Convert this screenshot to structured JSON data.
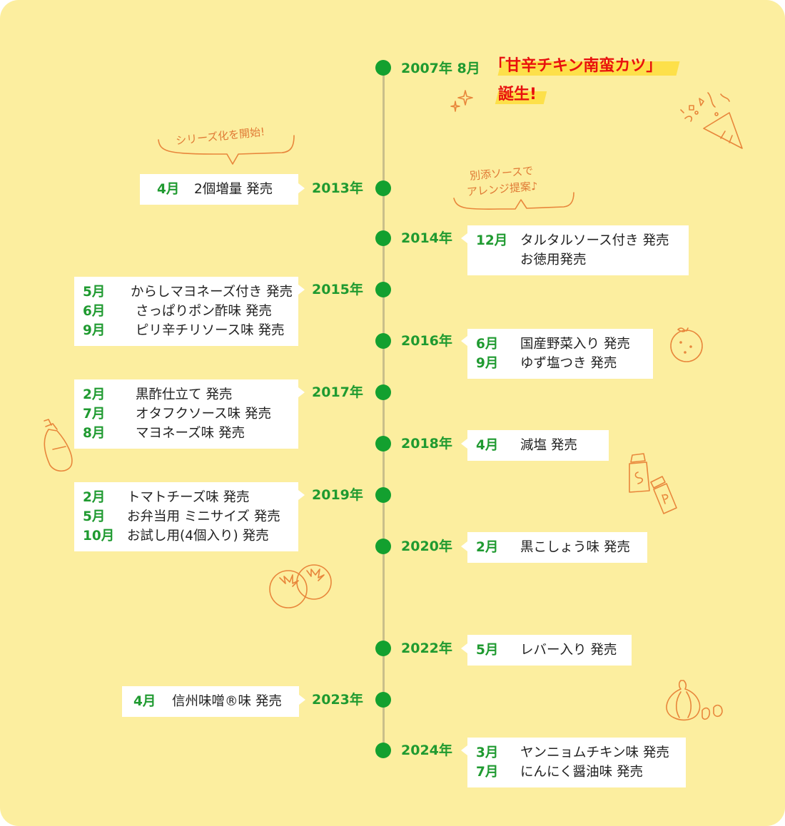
{
  "first": {
    "date": "2007年 8月",
    "title_line1": "「甘辛チキン南蛮カツ」",
    "title_line2": "誕生!"
  },
  "notes": {
    "series": "シリーズ化を開始!",
    "sauce_line1": "別添ソースで",
    "sauce_line2": "アレンジ提案♪"
  },
  "years": [
    {
      "year": "2013年",
      "side": "left",
      "events": [
        {
          "month": "4月",
          "text": "2個増量 発売"
        }
      ]
    },
    {
      "year": "2014年",
      "side": "right",
      "events": [
        {
          "month": "12月",
          "text": "タルタルソース付き 発売"
        },
        {
          "month": "",
          "text": "お徳用発売"
        }
      ]
    },
    {
      "year": "2015年",
      "side": "left",
      "events": [
        {
          "month": "5月",
          "text": "からしマヨネーズ付き 発売"
        },
        {
          "month": "6月",
          "text": "さっぱりポン酢味 発売"
        },
        {
          "month": "9月",
          "text": "ピリ辛チリソース味 発売"
        }
      ]
    },
    {
      "year": "2016年",
      "side": "right",
      "events": [
        {
          "month": "6月",
          "text": "国産野菜入り 発売"
        },
        {
          "month": "9月",
          "text": "ゆず塩つき 発売"
        }
      ]
    },
    {
      "year": "2017年",
      "side": "left",
      "events": [
        {
          "month": "2月",
          "text": "黒酢仕立て 発売"
        },
        {
          "month": "7月",
          "text": "オタフクソース味 発売"
        },
        {
          "month": "8月",
          "text": "マヨネーズ味 発売"
        }
      ]
    },
    {
      "year": "2018年",
      "side": "right",
      "events": [
        {
          "month": "4月",
          "text": "減塩 発売"
        }
      ]
    },
    {
      "year": "2019年",
      "side": "left",
      "events": [
        {
          "month": "2月",
          "text": "トマトチーズ味 発売"
        },
        {
          "month": "5月",
          "text": "お弁当用 ミニサイズ 発売"
        },
        {
          "month": "10月",
          "text": "お試し用(4個入り) 発売"
        }
      ]
    },
    {
      "year": "2020年",
      "side": "right",
      "events": [
        {
          "month": "2月",
          "text": "黒こしょう味 発売"
        }
      ]
    },
    {
      "year": "2022年",
      "side": "right",
      "events": [
        {
          "month": "5月",
          "text": "レバー入り 発売"
        }
      ]
    },
    {
      "year": "2023年",
      "side": "left",
      "events": [
        {
          "month": "4月",
          "text": "信州味噌®味 発売"
        }
      ]
    },
    {
      "year": "2024年",
      "side": "right",
      "events": [
        {
          "month": "3月",
          "text": "ヤンニョムチキン味 発売"
        },
        {
          "month": "7月",
          "text": "にんにく醤油味 発売"
        }
      ]
    }
  ],
  "colors": {
    "background": "#fcee9f",
    "accent_green": "#13a02f",
    "title_red": "#e8100e",
    "highlight": "#fde04a",
    "illustration": "#e8863b"
  },
  "icons": [
    "sparkle-icon",
    "party-popper-icon",
    "yuzu-icon",
    "mayonnaise-bottle-icon",
    "salt-pepper-icon",
    "tomato-icon",
    "garlic-icon"
  ]
}
